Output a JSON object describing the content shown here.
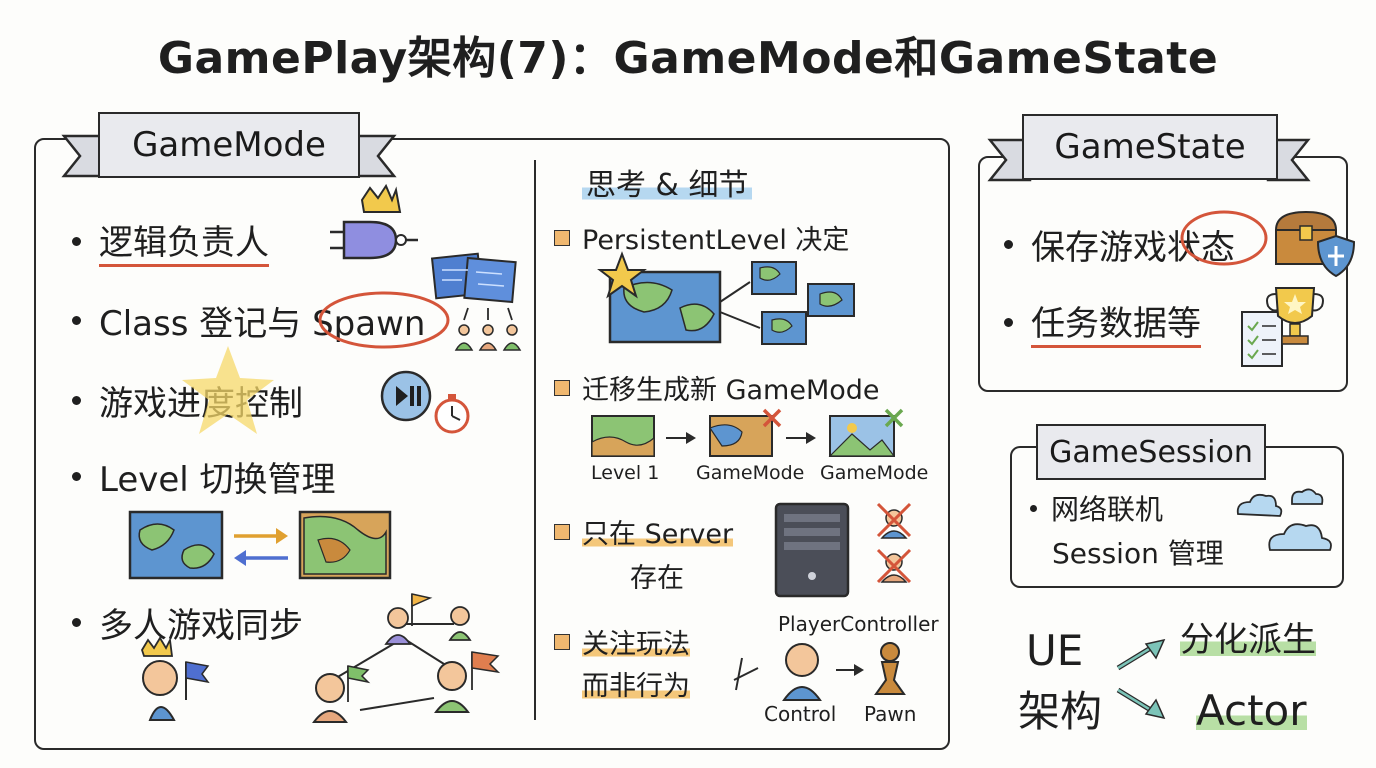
{
  "title": "GamePlay架构(7)：GameMode和GameState",
  "gamemode": {
    "banner": "GameMode",
    "bullets": [
      "逻辑负责人",
      "Class 登记与 Spawn",
      "游戏进度控制",
      "Level 切换管理",
      "多人游戏同步"
    ]
  },
  "thinking": {
    "heading": "思考 & 细节",
    "items": [
      {
        "label": "PersistentLevel 决定"
      },
      {
        "label": "迁移生成新 GameMode",
        "captions": [
          "Level 1",
          "GameMode",
          "GameMode"
        ]
      },
      {
        "label_line1": "只在 Server",
        "label_line2": "存在"
      },
      {
        "label_line1": "关注玩法",
        "label_line2": "而非行为",
        "pc_label": "PlayerController",
        "captions": [
          "Control",
          "Pawn"
        ]
      }
    ]
  },
  "gamestate": {
    "banner": "GameState",
    "bullets": [
      "保存游戏状态",
      "任务数据等"
    ]
  },
  "gamesession": {
    "banner": "GameSession",
    "bullet_line1": "网络联机",
    "bullet_line2": "Session 管理"
  },
  "ue": {
    "line1": "UE",
    "line2": "架构",
    "branch_top": "分化派生",
    "branch_bottom": "Actor"
  },
  "colors": {
    "accent_red": "#d4553a",
    "highlight_orange": "#f4c77a",
    "highlight_green": "#b8dfa5",
    "banner_fill": "#e9eaee",
    "map_blue": "#5d95d0",
    "map_green": "#8cc474"
  },
  "icons": [
    "crown-icon",
    "logic-gate-icon",
    "blueprint-icon",
    "people-icon",
    "star-icon",
    "play-pause-icon",
    "stopwatch-icon",
    "map-icon",
    "swap-arrows-icon",
    "flag-icon",
    "server-icon",
    "chest-icon",
    "shield-icon",
    "trophy-icon",
    "checklist-icon",
    "cloud-icon",
    "pawn-icon"
  ]
}
